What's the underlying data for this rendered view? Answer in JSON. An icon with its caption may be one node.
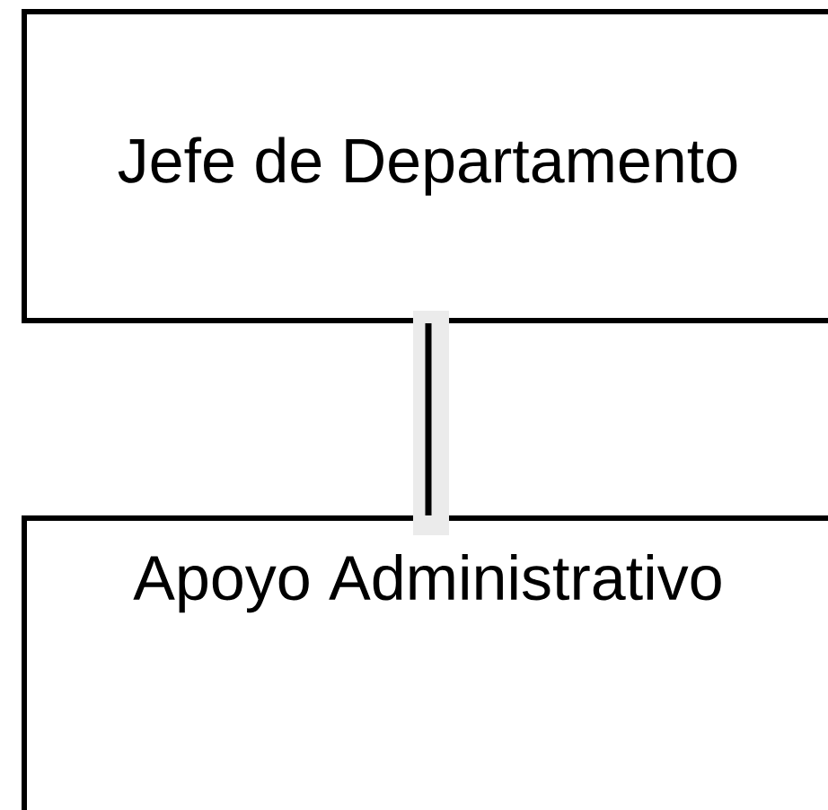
{
  "diagram": {
    "nodes": [
      {
        "text": [
          "Jefe de Departamento"
        ]
      },
      {
        "text": [
          "Apoyo Administrativo"
        ]
      }
    ],
    "edges": [
      {
        "from": 0,
        "to": 1,
        "arrow": "none"
      }
    ]
  }
}
